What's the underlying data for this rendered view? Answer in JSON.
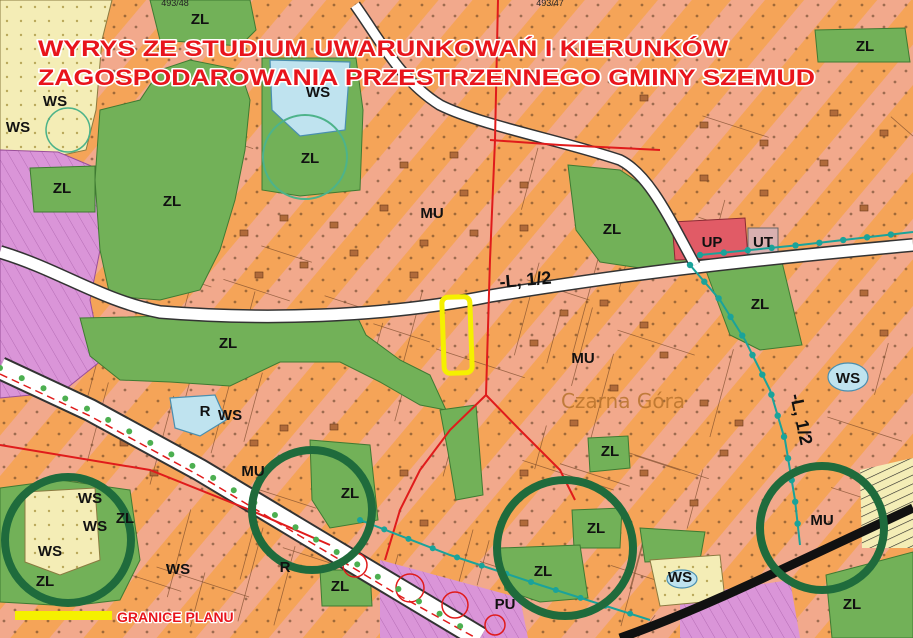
{
  "title": {
    "line1": "WYRYS ZE STUDIUM UWARUNKOWAŃ I KIERUNKÓW",
    "line2": "ZAGOSPODAROWANIA PRZESTRZENNEGO GMINY SZEMUD"
  },
  "parcel_numbers": [
    "493/48",
    "493/47"
  ],
  "place_name": "Czarna Góra",
  "road_labels": [
    "-L, 1/2",
    "-L, 1/2"
  ],
  "zone_labels": [
    "ZL",
    "ZL",
    "WS",
    "WS",
    "WS",
    "ZL",
    "ZL",
    "ZL",
    "MU",
    "ZL",
    "UP",
    "UT",
    "ZL",
    "ZL",
    "MU",
    "WS",
    "R",
    "WS",
    "MU",
    "ZL",
    "ZL",
    "WS",
    "ZL",
    "WS",
    "WS",
    "ZL",
    "ZL",
    "MU",
    "ZL",
    "WS",
    "WS",
    "R",
    "ZL",
    "PU",
    "ZL"
  ],
  "legend": {
    "plan_boundary_label": "GRANICE PLANU"
  },
  "colors": {
    "title": "#e8141c",
    "plan_boundary": "#f5f000",
    "forest": "#72b158",
    "forest_outline": "#3f7a32",
    "forest_circle": "#1f6b3c",
    "water": "#bfe3ef",
    "water_outline": "#4a8fb0",
    "agricultural": "#f4edb6",
    "production": "#da95d8",
    "services": "#e15b66",
    "tourism": "#d9b0b0",
    "road": "#ffffff",
    "road_outline": "#333333",
    "infrastructure_red": "#e01b1b",
    "water_supply": "#1aa39a",
    "green_dots": "#4caf50",
    "building": "#b06a3a",
    "parcel_line": "#7a4a2a"
  }
}
